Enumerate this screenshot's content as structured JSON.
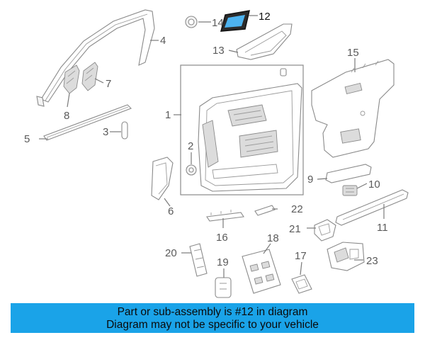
{
  "diagram": {
    "highlighted_part": "12",
    "callouts": [
      "1",
      "2",
      "3",
      "4",
      "5",
      "6",
      "7",
      "8",
      "9",
      "10",
      "11",
      "12",
      "13",
      "14",
      "15",
      "16",
      "17",
      "18",
      "19",
      "20",
      "21",
      "22",
      "23"
    ]
  },
  "banner": {
    "line1": "Part or sub-assembly is #12 in diagram",
    "line2": "Diagram may not be specific to your vehicle",
    "background_color": "#1aa3e8"
  }
}
